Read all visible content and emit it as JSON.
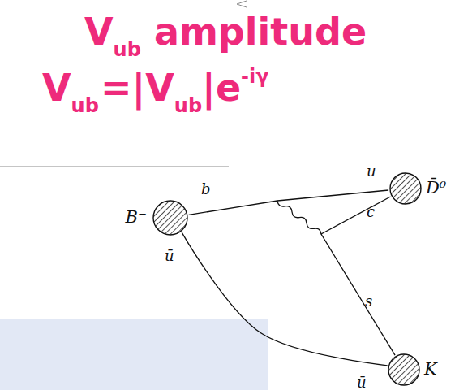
{
  "diagram": {
    "nodes": [
      {
        "text": [
          "B⁻"
        ]
      },
      {
        "text": [
          "D̄⁰"
        ]
      },
      {
        "text": [
          "K⁻"
        ]
      }
    ],
    "edges": [
      {
        "from": 0,
        "to": 1,
        "arrow": "none"
      },
      {
        "from": 1,
        "to": 2,
        "arrow": "none"
      },
      {
        "from": 0,
        "to": 2,
        "arrow": "none"
      }
    ],
    "labels": [
      "V",
      "ub",
      "amplitude",
      "V",
      "ub",
      "=|V",
      "ub",
      "|e",
      "-iγ",
      "b",
      "ū",
      "u",
      "c̄",
      "s",
      "ū"
    ]
  }
}
